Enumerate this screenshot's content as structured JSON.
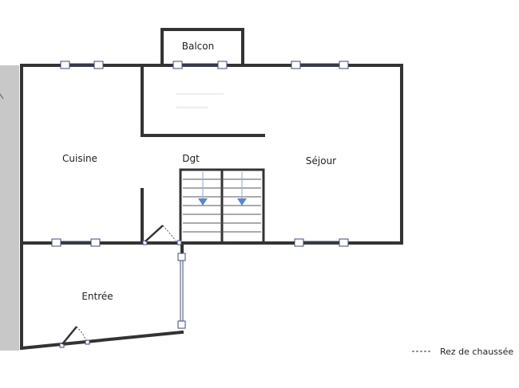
{
  "rooms": {
    "balcon": "Balcon",
    "cuisine": "Cuisine",
    "dgt": "Dgt",
    "sejour": "Séjour",
    "entree": "Entrée"
  },
  "legend": {
    "label": "Rez de chaussée"
  },
  "colors": {
    "wall": "#333333",
    "side_band": "#c8c8c8",
    "window_frame": "#3f4a7a",
    "stair_line": "#333333",
    "stair_hatch": "#9fb3d9",
    "stair_arrow": "#5a86cc"
  }
}
